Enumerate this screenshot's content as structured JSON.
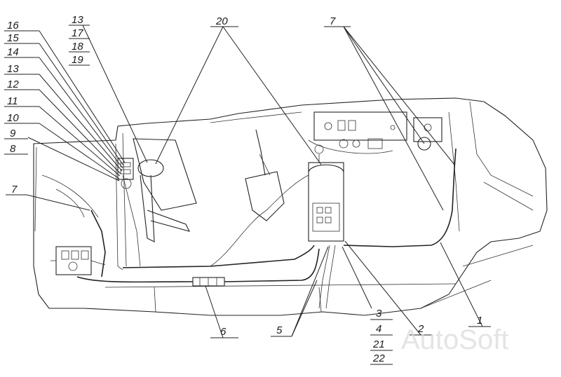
{
  "labels_top": {
    "l13a": "13",
    "l17": "17",
    "l18": "18",
    "l19": "19",
    "l20": "20",
    "l7top": "7"
  },
  "labels_left": {
    "l16": "16",
    "l15": "15",
    "l14": "14",
    "l13b": "13",
    "l12": "12",
    "l11": "11",
    "l10": "10",
    "l9": "9",
    "l8": "8",
    "l7left": "7"
  },
  "labels_bottom": {
    "l6": "6",
    "l5": "5",
    "l3": "3",
    "l4": "4",
    "l21": "21",
    "l22": "22",
    "l2": "2",
    "l1": "1"
  },
  "watermark": "AutoSoft"
}
